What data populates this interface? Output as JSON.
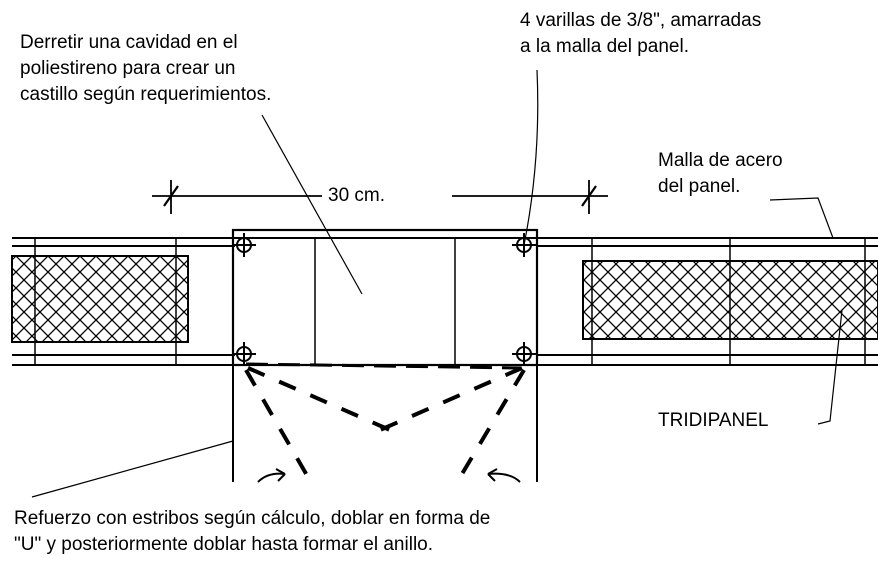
{
  "annotations": {
    "cavity_note": {
      "lines": [
        "Derretir una cavidad en el",
        "poliestireno para crear un",
        "castillo según requerimientos."
      ]
    },
    "rebar_note": {
      "lines": [
        "4 varillas de 3/8\", amarradas",
        "a la malla del panel."
      ]
    },
    "dimension_label": "30 cm.",
    "mesh_note": {
      "lines": [
        "Malla de acero",
        "del panel."
      ]
    },
    "panel_name": "TRIDIPANEL",
    "reinforcement_note": {
      "lines": [
        "Refuerzo con estribos según cálculo, doblar en forma de",
        "\"U\" y posteriormente doblar hasta formar el anillo."
      ]
    }
  },
  "colors": {
    "ink": "#000000",
    "background": "#ffffff"
  }
}
